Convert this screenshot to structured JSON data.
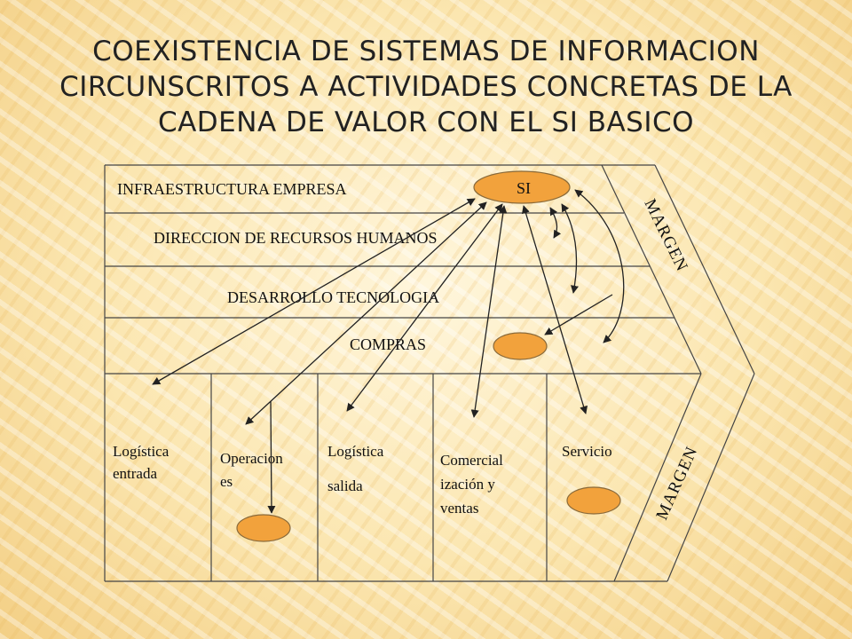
{
  "title": "COEXISTENCIA DE SISTEMAS DE INFORMACION CIRCUNSCRITOS A ACTIVIDADES CONCRETAS DE LA CADENA DE VALOR CON EL SI BASICO",
  "support_rows": [
    "INFRAESTRUCTURA EMPRESA",
    "DIRECCION DE RECURSOS HUMANOS",
    "DESARROLLO TECNOLOGIA",
    "COMPRAS"
  ],
  "si_label": "SI",
  "margin_label": "MARGEN",
  "primary_activities": [
    {
      "lines": [
        "Logística",
        "entrada"
      ]
    },
    {
      "lines": [
        "Operacion",
        "es"
      ]
    },
    {
      "lines": [
        "Logística",
        "salida"
      ]
    },
    {
      "lines": [
        "Comercial",
        "ización y",
        "ventas"
      ]
    },
    {
      "lines": [
        "Servicio"
      ]
    }
  ],
  "colors": {
    "node_fill": "#f2a23c",
    "node_stroke": "#8a6a3a",
    "line": "#222222"
  }
}
